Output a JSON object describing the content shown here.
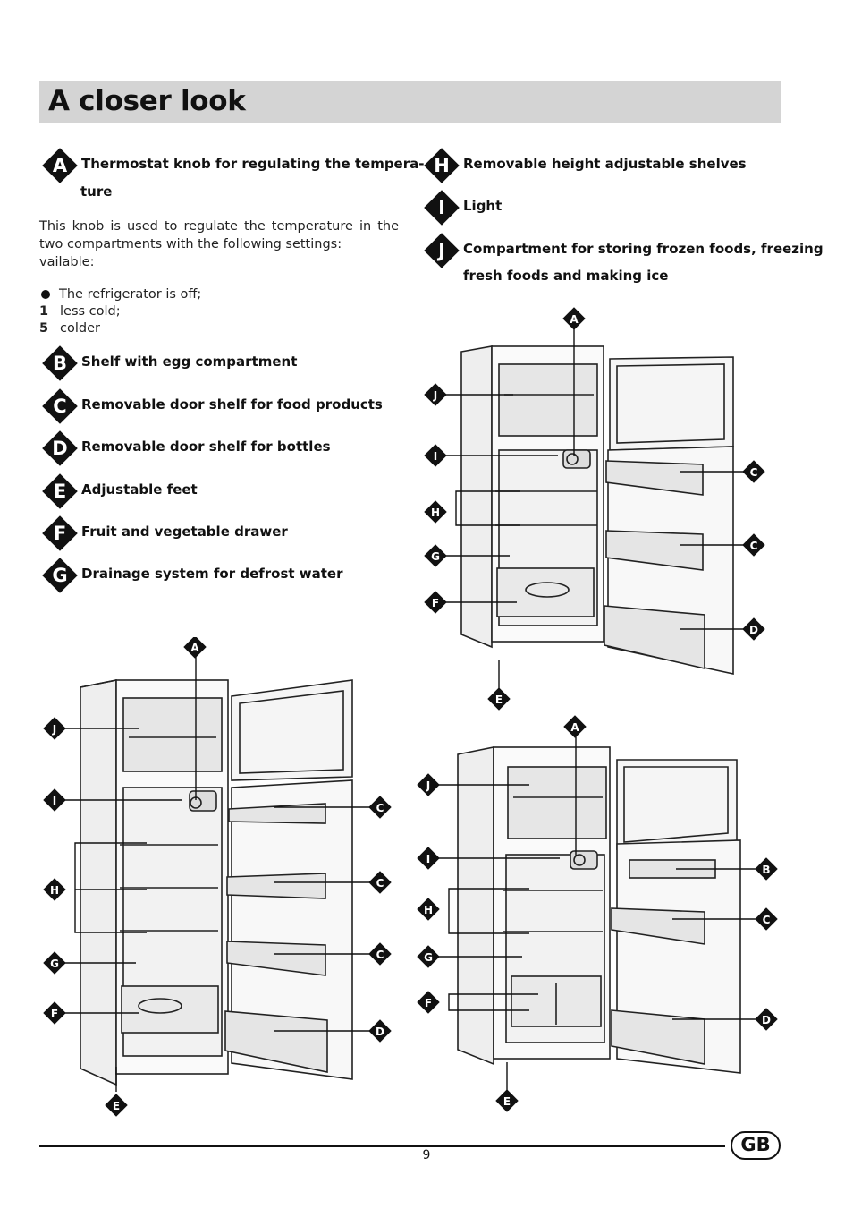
{
  "page": {
    "title": "A closer look",
    "page_number": "9",
    "country_badge": "GB"
  },
  "features": {
    "A": {
      "letter": "A",
      "label": "Thermostat knob for regulating the tempera-",
      "label_cont": "ture"
    },
    "B": {
      "letter": "B",
      "label": "Shelf with egg compartment"
    },
    "C": {
      "letter": "C",
      "label": "Removable door shelf for food products"
    },
    "D": {
      "letter": "D",
      "label": "Removable door shelf for bottles"
    },
    "E": {
      "letter": "E",
      "label": "Adjustable feet"
    },
    "F": {
      "letter": "F",
      "label": "Fruit and vegetable drawer"
    },
    "G": {
      "letter": "G",
      "label": "Drainage system for defrost water"
    },
    "H": {
      "letter": "H",
      "label": "Removable height adjustable shelves"
    },
    "I": {
      "letter": "I",
      "label": "Light"
    },
    "J": {
      "letter": "J",
      "label": "Compartment for storing frozen foods, freezing",
      "label_cont": "fresh foods and making ice"
    }
  },
  "thermostat": {
    "description": "This knob is used to regulate the temperature in the two compartments with the following settings:",
    "description_tail": "vailable:",
    "settings": [
      {
        "key": "●",
        "text": "The refrigerator is off;"
      },
      {
        "key": "1",
        "text": "less cold;"
      },
      {
        "key": "5",
        "text": "colder"
      }
    ]
  },
  "figures": {
    "fig1": {
      "callouts": [
        "A",
        "J",
        "I",
        "H",
        "G",
        "F",
        "E",
        "C",
        "C",
        "C",
        "D"
      ]
    },
    "fig2": {
      "callouts": [
        "A",
        "J",
        "I",
        "H",
        "G",
        "F",
        "E",
        "C",
        "C",
        "D"
      ]
    },
    "fig3": {
      "callouts": [
        "A",
        "J",
        "I",
        "H",
        "G",
        "F",
        "E",
        "B",
        "C",
        "D"
      ]
    }
  }
}
